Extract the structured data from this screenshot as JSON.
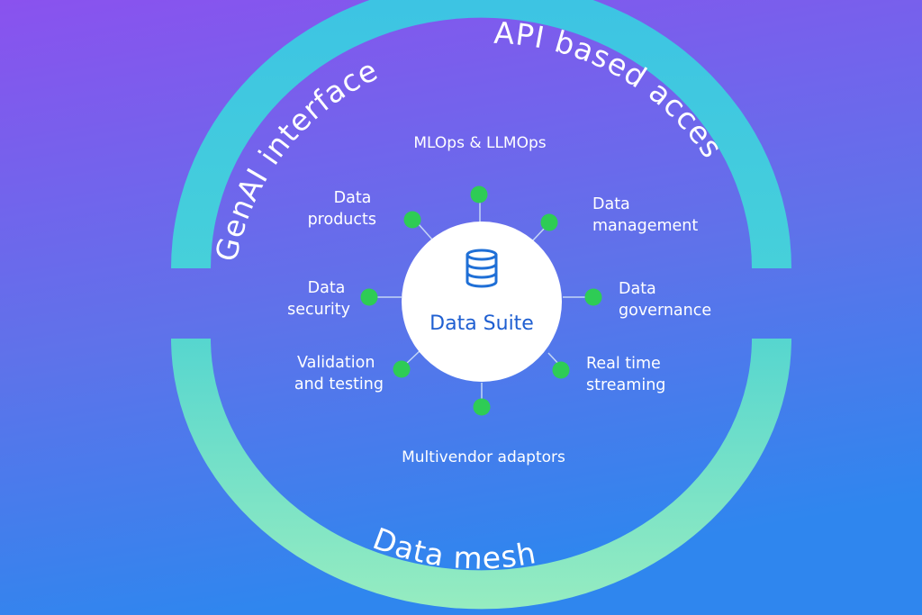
{
  "diagram": {
    "center": {
      "label": "Data Suite",
      "icon": "database-icon"
    },
    "outer_ring": {
      "top_left_label": "GenAI interface",
      "top_right_label": "API based access",
      "bottom_label": "Data mesh"
    },
    "top_caption": "MLOps & LLMOps",
    "bottom_caption": "Multivendor adaptors",
    "spokes": {
      "data_products": [
        "Data",
        "products"
      ],
      "data_management": [
        "Data",
        "management"
      ],
      "data_security": [
        "Data",
        "security"
      ],
      "data_governance": [
        "Data",
        "governance"
      ],
      "validation_testing": [
        "Validation",
        "and testing"
      ],
      "real_time_streaming": [
        "Real time",
        "streaming"
      ]
    },
    "colors": {
      "background_top": "#8a52ee",
      "background_bottom": "#2f86ee",
      "ring_top": "#3fc9e0",
      "ring_bottom": "#8de8c4",
      "node": "#2ecc55",
      "center_text": "#1f5fd1"
    }
  }
}
